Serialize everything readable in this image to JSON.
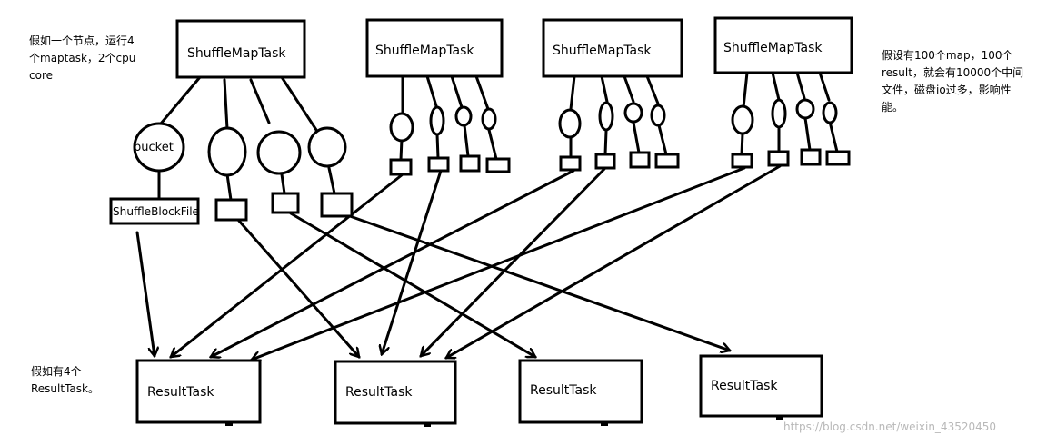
{
  "notes": {
    "node_note": "假如一个节点，运行4\n个maptask，2个cpu\ncore",
    "result_note": "假如有4个\nResultTask。",
    "files_note": "假设有100个map，100个\nresult，就会有10000个中间\n文件，磁盘io过多，影响性\n能。"
  },
  "map_tasks": [
    {
      "label": "ShuffleMapTask"
    },
    {
      "label": "ShuffleMapTask"
    },
    {
      "label": "ShuffleMapTask"
    },
    {
      "label": "ShuffleMapTask"
    }
  ],
  "result_tasks": [
    {
      "label": "ResultTask"
    },
    {
      "label": "ResultTask"
    },
    {
      "label": "ResultTask"
    },
    {
      "label": "ResultTask"
    }
  ],
  "bucket_label": "bucket",
  "block_file_label": "ShuffleBlockFile",
  "watermark": "https://blog.csdn.net/weixin_43520450"
}
